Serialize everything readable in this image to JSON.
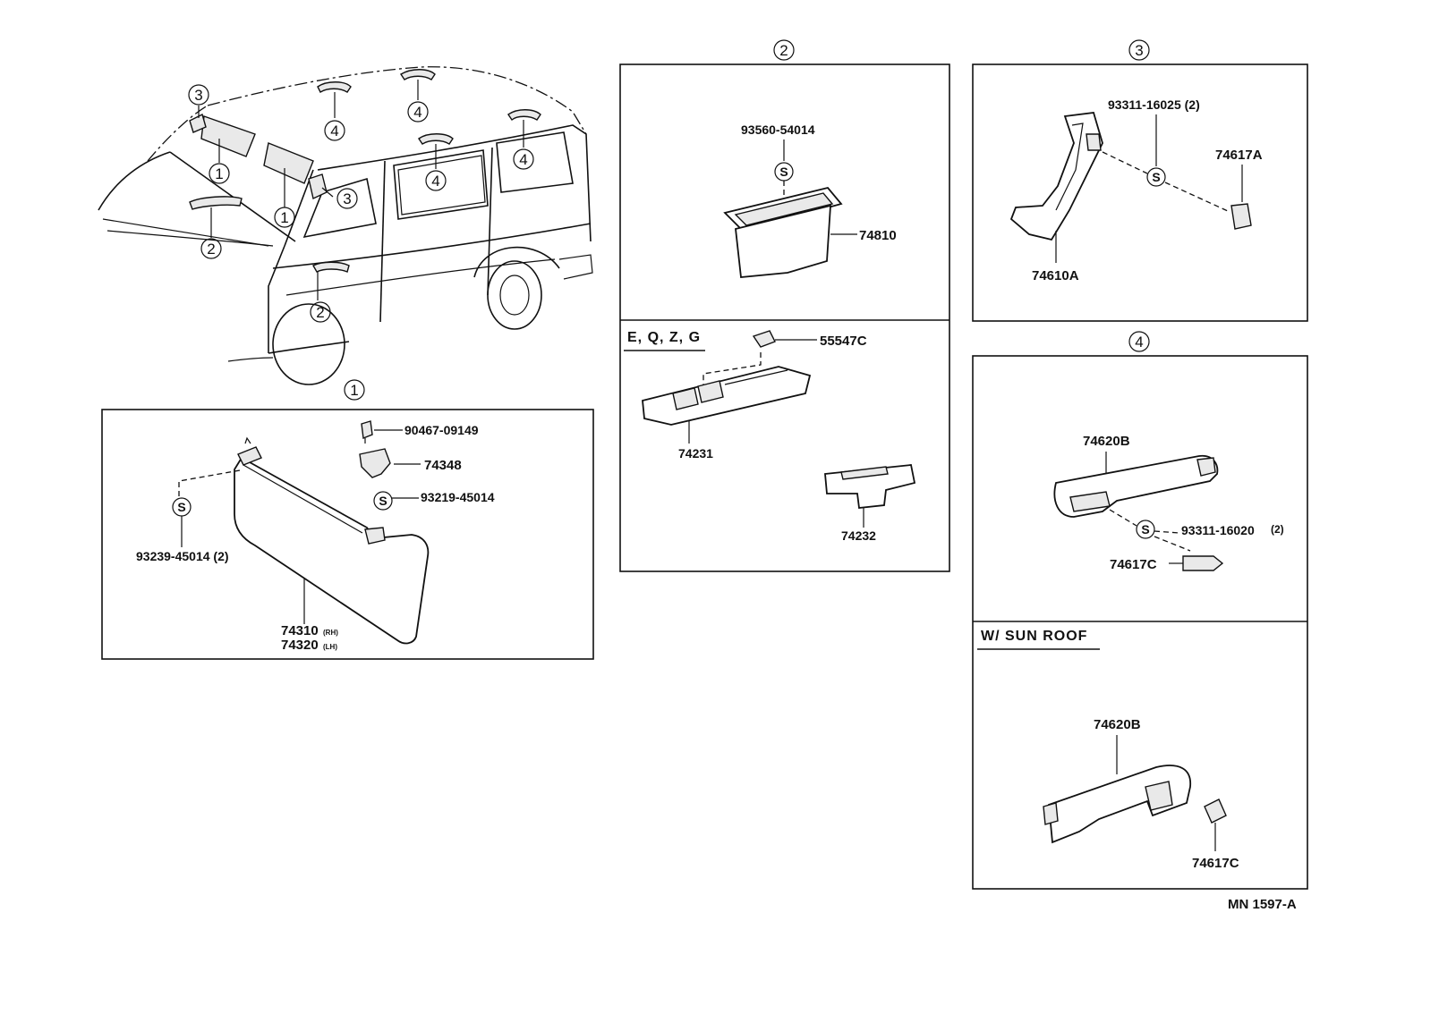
{
  "diagram": {
    "code": "MN 1597-A",
    "overview_callouts": [
      "3",
      "1",
      "2",
      "1",
      "3",
      "4",
      "4",
      "4",
      "4",
      "2"
    ],
    "panel1": {
      "number": "1",
      "parts": {
        "bolt": "90467-09149",
        "holder": "74348",
        "screw_upper": "93219-45014",
        "screw_lower": "93239-45014 (2)",
        "visor_rh": "74310",
        "visor_rh_suffix": "(RH)",
        "visor_lh": "74320",
        "visor_lh_suffix": "(LH)",
        "screw_symbol": "S"
      }
    },
    "panel2": {
      "number": "2",
      "parts": {
        "screw": "93560-54014",
        "tray": "74810",
        "screw_symbol": "S"
      },
      "variant": {
        "header": "E, Q, Z, G",
        "clip": "55547C",
        "console": "74231",
        "box": "74232"
      }
    },
    "panel3": {
      "number": "3",
      "parts": {
        "screw": "93311-16025 (2)",
        "cap": "74617A",
        "grip": "74610A",
        "screw_symbol": "S"
      }
    },
    "panel4": {
      "number": "4",
      "parts": {
        "grip": "74620B",
        "screw": "93311-16020",
        "screw_qty": "(2)",
        "cap": "74617C",
        "screw_symbol": "S"
      },
      "variant": {
        "header": "W/ SUN  ROOF",
        "grip": "74620B",
        "cap": "74617C"
      }
    }
  }
}
